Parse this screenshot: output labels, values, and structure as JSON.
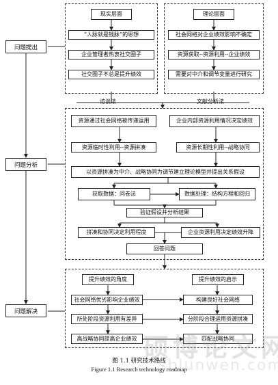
{
  "stages": {
    "s1": "问题提出",
    "s2": "问题分析",
    "s3": "问题解决"
  },
  "section1": {
    "left_header": "现实层面",
    "left_items": [
      "“人脉就是钱脉”的思想",
      "企业管理者热衷社交圈子",
      "社交圈子不总是提升绩效"
    ],
    "right_header": "理论层面",
    "right_items": [
      "社会网络对企业绩效影响不确定",
      "资源获取--资源利用--企业绩效",
      "需要对中介和调节变量进行研究"
    ],
    "method_left": "访谈法",
    "method_right": "文献分析法"
  },
  "section2": {
    "row1_left": "资源通过社会网络被传递运用",
    "row1_right": "企业内部资源利用情况决定绩效",
    "row2_left": "资源临时性利用--资源拼凑",
    "row2_right": "资源长期性利用--战略协同",
    "hypothesis": "以资源拼凑为中介、战略协同为调节建立理论模型并提出关系假设",
    "data_left": "获取数据：问卷法",
    "data_right": "数据处理：结构方程和回归",
    "verify": "验证假设并分析结果",
    "res_left": "拼凑和协同决定利用程度",
    "res_right": "企业资源利用决定绩效升降",
    "answer": "回答问题"
  },
  "section3": {
    "left_header": "提升绩效的角度",
    "left_items": [
      "社会网络优劣影响企业绩效",
      "所处阶段资源利用有差异",
      "高战略协同提高企业绩效"
    ],
    "right_header": "提升绩效的启示",
    "right_items": [
      "构建良好社会网络",
      "分阶段合理运用资源拼凑",
      "匹配战略协同"
    ]
  },
  "caption": {
    "cn": "图 1.1  研究技术路线",
    "en": "Figure 1.1 Research technology roadmap"
  },
  "watermark": {
    "main": "硕博论文网",
    "url": "sblunwen.com"
  }
}
